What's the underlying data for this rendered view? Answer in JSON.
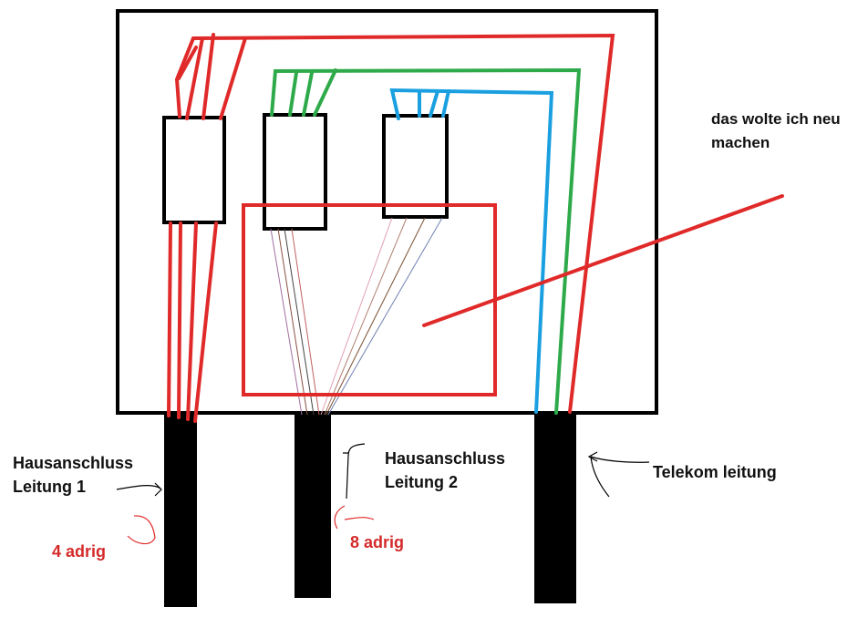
{
  "labels": {
    "note_line1": "das wolte ich neu",
    "note_line2": "machen",
    "cable1_line1": "Hausanschluss",
    "cable1_line2": "Leitung 1",
    "cable1_wires": "4 adrig",
    "cable2_line1": "Hausanschluss",
    "cable2_line2": "Leitung 2",
    "cable2_wires": "8 adrig",
    "cable3": "Telekom leitung"
  },
  "colors": {
    "red_wire": "#e02a2a",
    "green_wire": "#2eaa4a",
    "blue_wire": "#1aa0e0",
    "cable": "#000000",
    "box_outline": "#000000",
    "highlight": "#e02a2a",
    "label_red": "#d42a2a"
  }
}
